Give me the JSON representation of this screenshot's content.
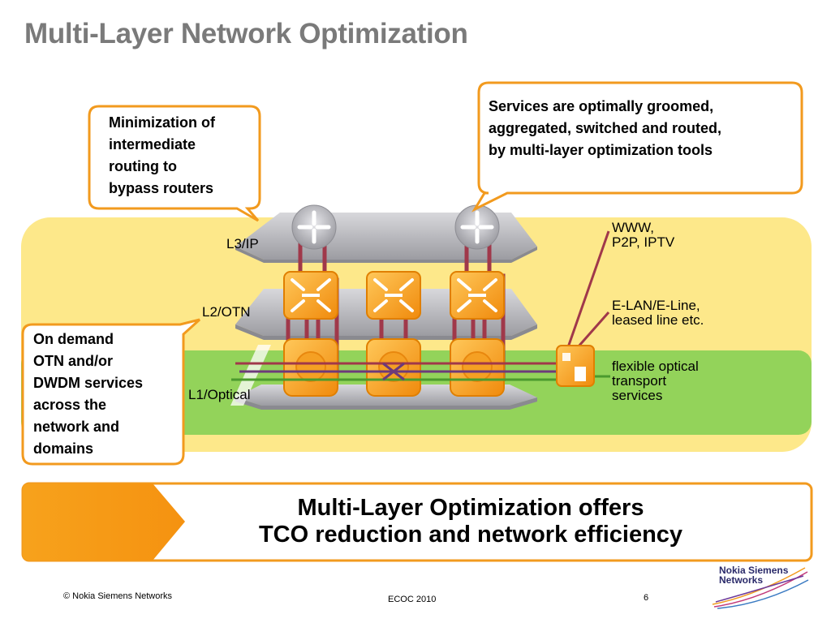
{
  "slide": {
    "title": "Multi-Layer Network Optimization"
  },
  "layers": {
    "l3": "L3/IP",
    "l2": "L2/OTN",
    "l1": "L1/Optical"
  },
  "services": {
    "www_line1": "WWW,",
    "www_line2": "P2P, IPTV",
    "elan_line1": "E-LAN/E-Line,",
    "elan_line2": "leased line etc.",
    "optical_line1": "flexible optical",
    "optical_line2": "transport",
    "optical_line3": "services"
  },
  "callouts": {
    "bypass": [
      "Minimization of",
      "intermediate",
      "routing to",
      "bypass routers"
    ],
    "grooming": [
      "Services are optimally groomed,",
      "aggregated, switched and routed,",
      "by multi-layer optimization tools"
    ],
    "on_demand": [
      "On demand",
      "OTN and/or",
      "DWDM services",
      "across the",
      "network and",
      "domains"
    ]
  },
  "banner": {
    "line1": "Multi-Layer Optimization offers",
    "line2": "TCO reduction and network efficiency"
  },
  "footer": {
    "copyright": "© Nokia Siemens Networks",
    "event": "ECOC  2010",
    "page_number": "6"
  },
  "logo": {
    "line1": "Nokia Siemens",
    "line2": "Networks"
  },
  "colors": {
    "orange": "#f29a1e",
    "yellow_band": "#fde88a",
    "green_band": "#93d35a",
    "router_line": "#a0384a"
  }
}
